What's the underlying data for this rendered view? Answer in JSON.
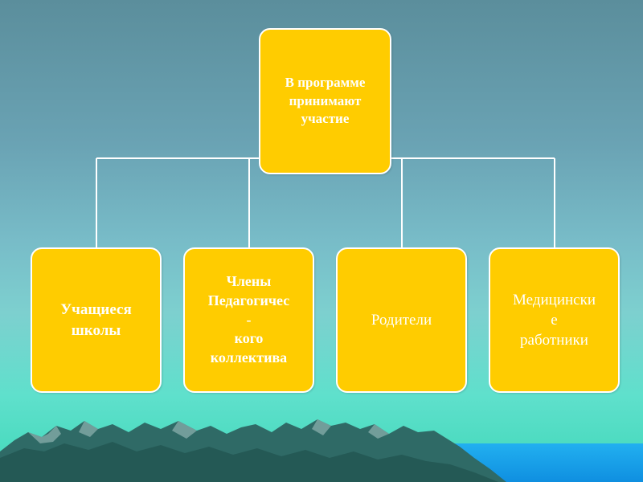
{
  "slide": {
    "background_color": "#6aa3b4",
    "box_color": "#ffcc00",
    "text_color": "#ffffff"
  },
  "root": {
    "label": "В программе\nпринимают\nучастие"
  },
  "children": [
    {
      "label": "Учащиеся\nшколы"
    },
    {
      "label": "Члены\nПедагогичес\n-\nкого\nколлектива"
    },
    {
      "label": "Родители"
    },
    {
      "label": "Медицински\nе\nработники"
    }
  ]
}
